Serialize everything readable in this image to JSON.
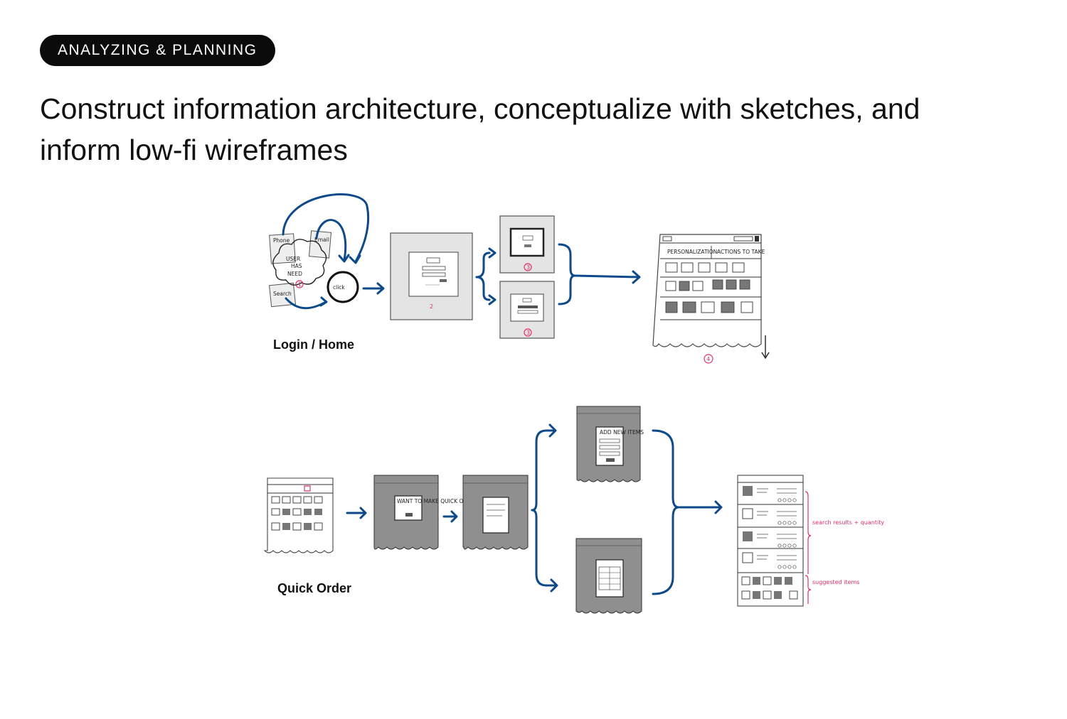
{
  "badge": "ANALYZING & PLANNING",
  "headline": "Construct information architecture, conceptualize with sketches, and inform low-fi wireframes",
  "flows": {
    "login_home": {
      "label": "Login / Home",
      "sketch_notes": {
        "user_need": [
          "USER",
          "HAS",
          "NEED"
        ],
        "click": "click",
        "card_phone": "Phone",
        "card_email": "Email",
        "card_search": "Search",
        "step_numbers": [
          "1",
          "2",
          "3",
          "3",
          "4"
        ],
        "home_tabs": [
          "PERSONALIZATION",
          "ACTIONS TO TAKE"
        ]
      }
    },
    "quick_order": {
      "label": "Quick Order",
      "sketch_notes": {
        "popup_1": "WANT TO MAKE QUICK ORDER?",
        "popup_2": "ADD NEW ITEMS",
        "pink_note_1": "search results + quantity",
        "pink_note_2": "suggested items"
      }
    }
  },
  "colors": {
    "badge_bg": "#0b0b0b",
    "arrow_blue": "#0e4a8a",
    "annotation_pink": "#e0306a",
    "frame_gray": "#e4e4e4",
    "dark_frame_gray": "#8f8f8f"
  }
}
